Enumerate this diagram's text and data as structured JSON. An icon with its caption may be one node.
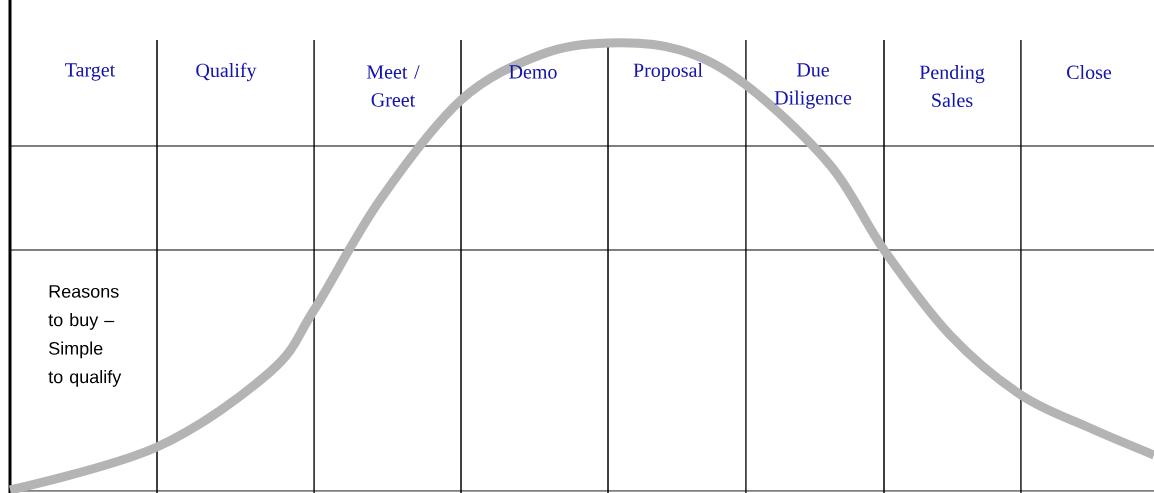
{
  "diagram": {
    "labels": [
      "Target",
      "Qualify",
      "Meet / Greet",
      "Demo",
      "Proposal",
      "Due Diligence",
      "Pending Sales",
      "Close",
      "Reasons to buy – Simple to qualify"
    ]
  }
}
